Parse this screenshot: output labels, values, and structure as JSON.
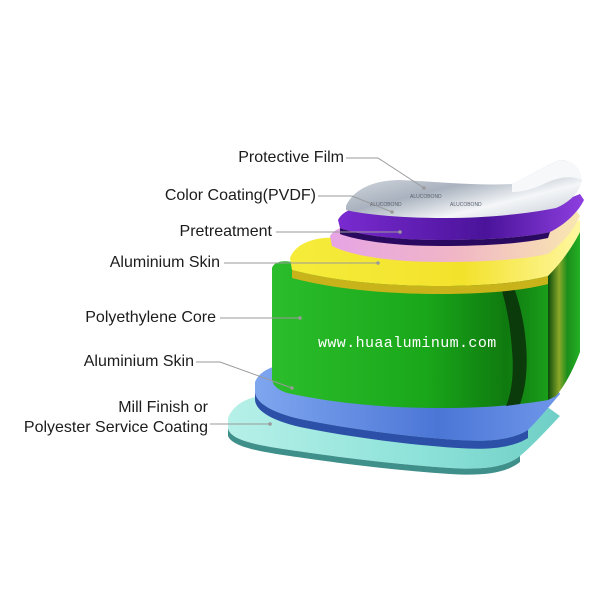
{
  "labels": {
    "protective_film": "Protective Film",
    "color_coating": "Color Coating(PVDF)",
    "pretreatment": "Pretreatment",
    "aluminium_skin_top": "Aluminium Skin",
    "polyethylene_core": "Polyethylene Core",
    "aluminium_skin_bottom": "Aluminium Skin",
    "mill_finish_line1": "Mill Finish or",
    "mill_finish_line2": "Polyester Service Coating"
  },
  "watermark": "www.huaaluminum.com",
  "colors": {
    "background": "#ffffff",
    "protective_film": "#c9cfd8",
    "color_coating": "#5b1fa8",
    "pretreatment": "#d98ad8",
    "aluminium_skin_top": "#f2e62a",
    "polyethylene_core": "#1fb51f",
    "aluminium_skin_bottom": "#5d86e0",
    "mill_finish": "#8fe6dc",
    "leader_line": "#9a9a9a",
    "label_text": "#1c1c1c"
  }
}
